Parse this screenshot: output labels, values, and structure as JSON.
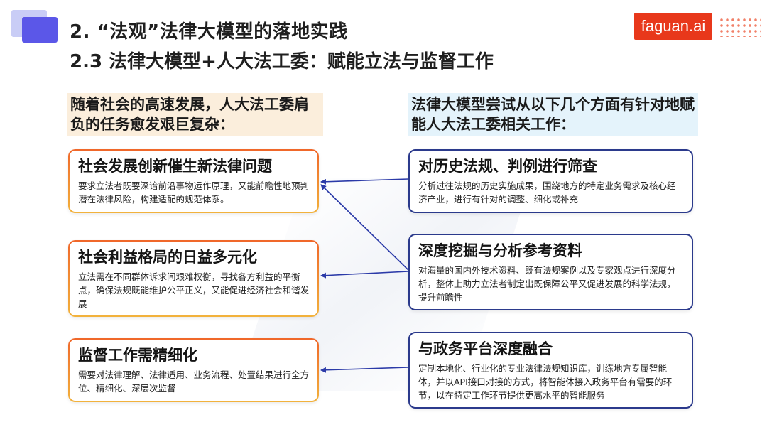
{
  "brand": {
    "name": "faguan.ai",
    "color": "#e8381b"
  },
  "header": {
    "title": "2. “法观”法律大模型的落地实践",
    "subtitle": "2.3 法律大模型+人大法工委：赋能立法与监督工作"
  },
  "left": {
    "intro": "随着社会的高速发展，人大法工委肩负的任务愈发艰巨复杂：",
    "cards": [
      {
        "title": "社会发展创新催生新法律问题",
        "body": "要求立法者既要深谙前沿事物运作原理，又能前瞻性地预判潜在法律风险，构建适配的规范体系。"
      },
      {
        "title": "社会利益格局的日益多元化",
        "body": "立法需在不同群体诉求间艰难权衡，寻找各方利益的平衡点，确保法规既能维护公平正义，又能促进经济社会和谐发展"
      },
      {
        "title": "监督工作需精细化",
        "body": "需要对法律理解、法律适用、业务流程、处置结果进行全方位、精细化、深层次监督"
      }
    ]
  },
  "right": {
    "intro": "法律大模型尝试从以下几个方面有针对地赋能人大法工委相关工作：",
    "cards": [
      {
        "title": "对历史法规、判例进行筛查",
        "body": "分析过往法规的历史实施成果，围绕地方的特定业务需求及核心经济产业，进行有针对的调整、细化或补充"
      },
      {
        "title": "深度挖掘与分析参考资料",
        "body": "对海量的国内外技术资料、既有法规案例以及专家观点进行深度分析，整体上助力立法者制定出既保障公平又促进发展的科学法规，提升前瞻性"
      },
      {
        "title": "与政务平台深度融合",
        "body": "定制本地化、行业化的专业法律法规知识库，训练地方专属智能体，并以API接口对接的方式，将智能体接入政务平台有需要的环节，以在特定工作环节提供更高水平的智能服务"
      }
    ]
  },
  "colors": {
    "accent": "#5b57e8",
    "arrow": "#2b3aa8",
    "left_border": "#f0672a",
    "right_border": "#2b3a8c"
  }
}
